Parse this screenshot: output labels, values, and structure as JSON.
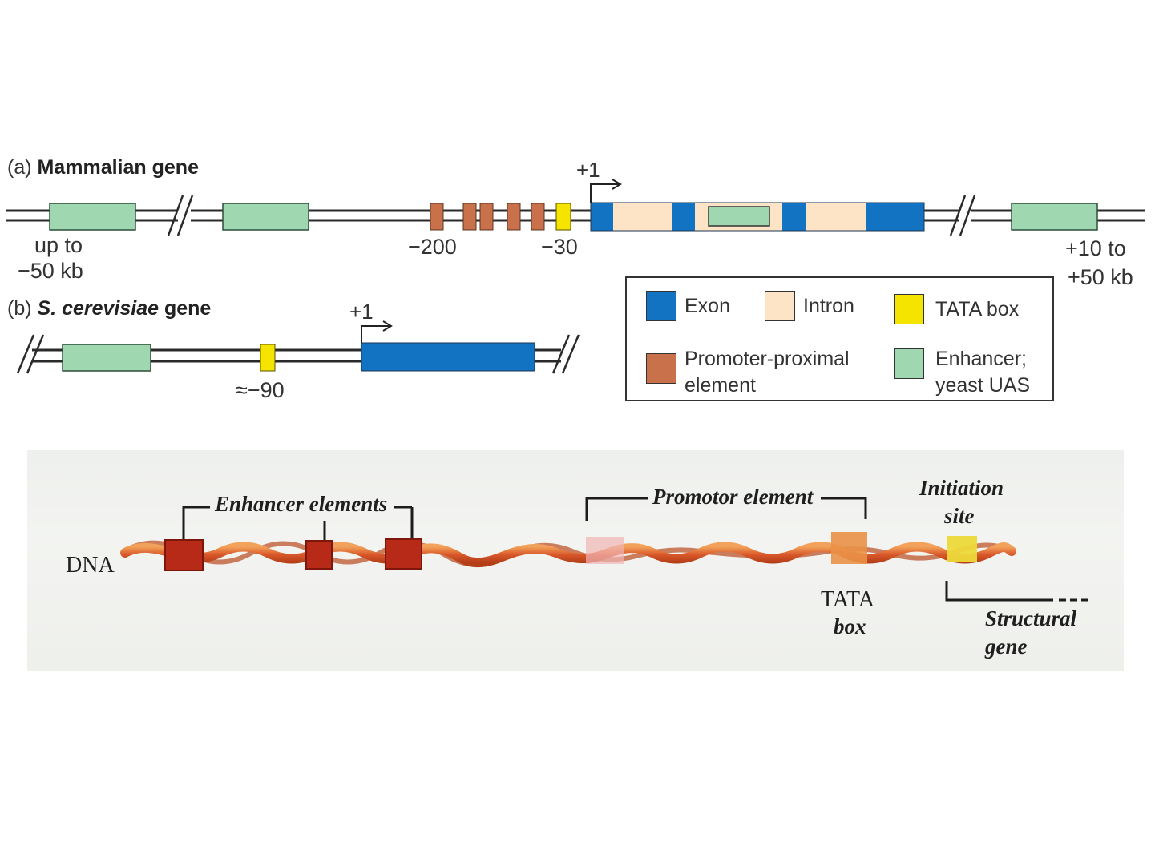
{
  "colors": {
    "exon": "#1273c2",
    "intron": "#fde4c6",
    "tata_box": "#f5e400",
    "promoter_proximal": "#c8714b",
    "enhancer": "#9fd8b0",
    "dna_red": "#c8431a",
    "dna_orange": "#e8792e"
  },
  "panel_a": {
    "label_prefix": "(a)",
    "label_title": "Mammalian gene",
    "plus_one": "+1",
    "upstream_line1": "up to",
    "upstream_line2": "−50 kb",
    "pos_minus200": "−200",
    "pos_minus30": "−30",
    "downstream_line1": "+10 to",
    "downstream_line2": "+50 kb"
  },
  "panel_b": {
    "label_prefix": "(b)",
    "label_title_italic": "S. cerevisiae",
    "label_title": "gene",
    "plus_one": "+1",
    "pos_minus90": "≈−90"
  },
  "legend": {
    "exon": "Exon",
    "intron": "Intron",
    "tata_box": "TATA box",
    "promoter_line1": "Promoter-proximal",
    "promoter_line2": "element",
    "enhancer_line1": "Enhancer;",
    "enhancer_line2": "yeast UAS"
  },
  "photo": {
    "enhancer_elements": "Enhancer elements",
    "promotor_element": "Promotor element",
    "initiation_line1": "Initiation",
    "initiation_line2": "site",
    "dna": "DNA",
    "tata_line1": "TATA",
    "tata_line2": "box",
    "structural_line1": "Structural",
    "structural_line2": "gene"
  }
}
